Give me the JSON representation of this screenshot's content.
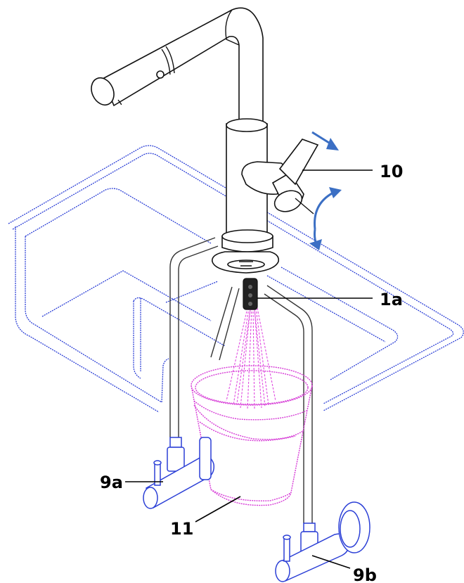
{
  "labels": {
    "lever": "10",
    "spray_head": "1a",
    "valve_left": "9a",
    "bucket": "11",
    "valve_right": "9b"
  },
  "colors": {
    "sink": "#2b3fd6",
    "bucket": "#d63ad6",
    "arrow": "#3b6fc4",
    "outline": "#111111"
  }
}
